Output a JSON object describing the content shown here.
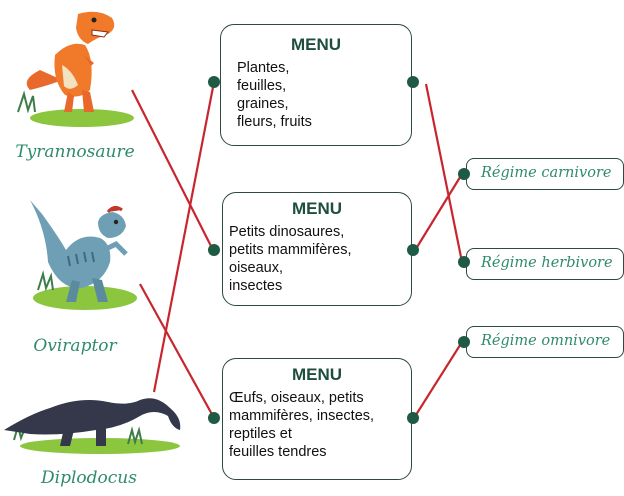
{
  "dinosaurs": [
    {
      "name": "Tyrannosaure"
    },
    {
      "name": "Oviraptor"
    },
    {
      "name": "Diplodocus"
    }
  ],
  "menus": [
    {
      "title": "MENU",
      "text": "Plantes,\nfeuilles,\ngraines,\nfleurs, fruits"
    },
    {
      "title": "MENU",
      "text": "Petits dinosaures,\npetits mammifères,\noiseaux,\ninsectes"
    },
    {
      "title": "MENU",
      "text": "Œufs, oiseaux, petits\nmammifères, insectes,\nreptiles et\nfeuilles tendres"
    }
  ],
  "diets": [
    {
      "label": "Régime carnivore"
    },
    {
      "label": "Régime herbivore"
    },
    {
      "label": "Régime omnivore"
    }
  ],
  "colors": {
    "line": "#c8262e",
    "accent": "#2f8a6e",
    "border": "#2c4a3e"
  }
}
